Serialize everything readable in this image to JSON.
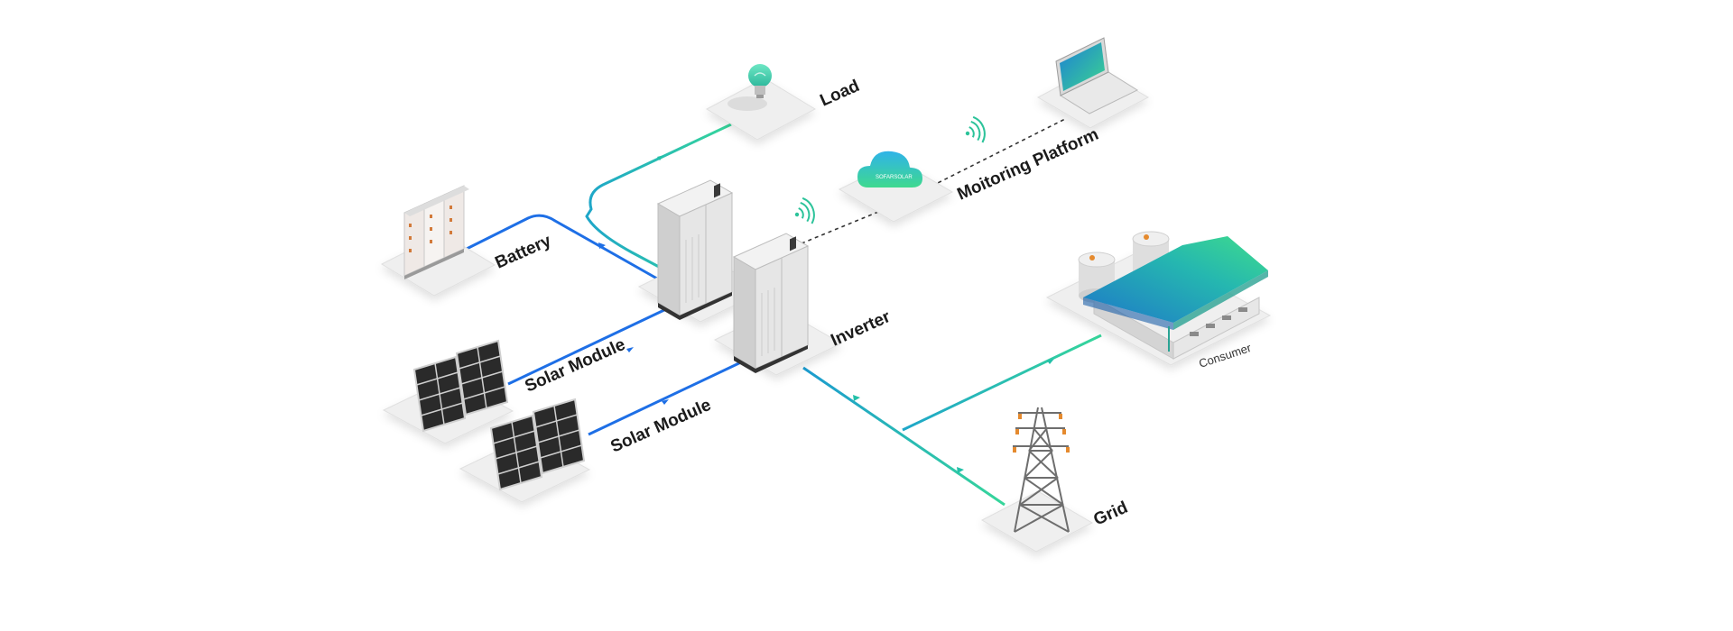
{
  "diagram": {
    "labels": {
      "load": "Load",
      "monitoring": "Moitoring Platform",
      "battery": "Battery",
      "inverter": "Inverter",
      "solar_module_1": "Solar Module",
      "solar_module_2": "Solar Module",
      "consumer": "Consumer",
      "grid": "Grid"
    },
    "cloud_brand": "SOFARSOLAR"
  },
  "colors": {
    "blue_line": "#1e6fe6",
    "teal_line": "#23c0a8",
    "green_accent": "#36d69a",
    "platform": "#eeeeee",
    "cabinet": "#e2e2e2"
  }
}
